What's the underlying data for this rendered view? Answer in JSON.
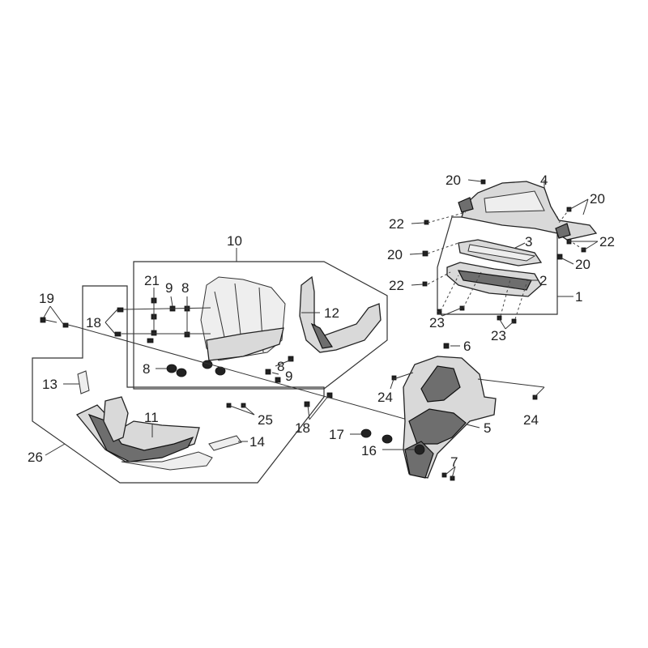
{
  "diagram": {
    "callouts": [
      "1",
      "2",
      "3",
      "4",
      "5",
      "6",
      "7",
      "8",
      "8",
      "8",
      "9",
      "9",
      "10",
      "11",
      "12",
      "13",
      "14",
      "16",
      "17",
      "18",
      "18",
      "19",
      "20",
      "20",
      "20",
      "20",
      "21",
      "22",
      "22",
      "22",
      "23",
      "23",
      "24",
      "24",
      "25",
      "26"
    ]
  },
  "colors": {
    "line": "#333333",
    "part_fill": "#d9d9d9",
    "dark_fill": "#6e6e6e"
  }
}
